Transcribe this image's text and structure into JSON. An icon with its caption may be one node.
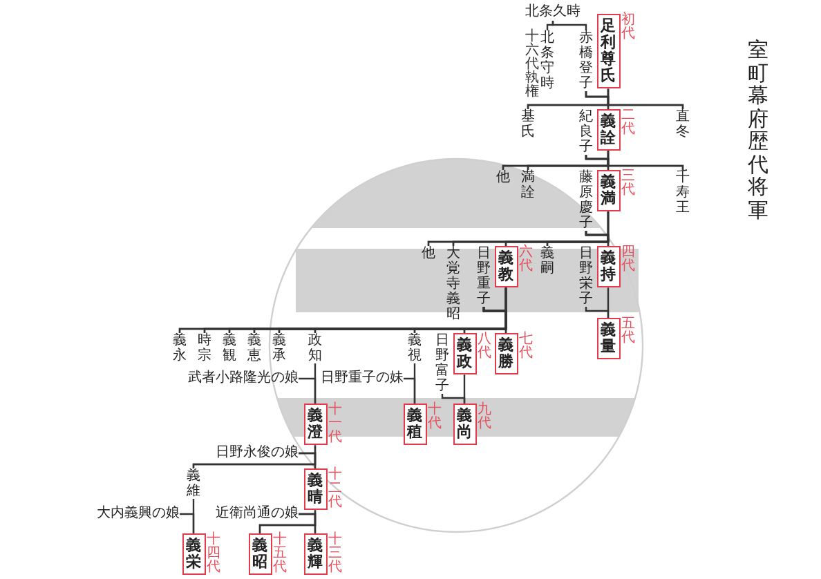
{
  "diagram": {
    "title": "室町幕府歴代将軍",
    "nodes": [
      {
        "text": [
          "北条久時"
        ]
      },
      {
        "text": [
          "北条守時"
        ],
        "beside": [
          "十六代執権"
        ]
      },
      {
        "text": [
          "赤橋登子"
        ]
      },
      {
        "text": [
          "足利尊氏"
        ],
        "beside": [
          "初代"
        ]
      },
      {
        "text": [
          "基氏"
        ]
      },
      {
        "text": [
          "紀良子"
        ]
      },
      {
        "text": [
          "義詮"
        ],
        "beside": [
          "二代"
        ]
      },
      {
        "text": [
          "直冬"
        ]
      },
      {
        "text": [
          "他"
        ]
      },
      {
        "text": [
          "満詮"
        ]
      },
      {
        "text": [
          "藤原慶子"
        ]
      },
      {
        "text": [
          "義満"
        ],
        "beside": [
          "三代"
        ]
      },
      {
        "text": [
          "千寿王"
        ]
      },
      {
        "text": [
          "他"
        ]
      },
      {
        "text": [
          "大覚寺義昭"
        ]
      },
      {
        "text": [
          "日野重子"
        ]
      },
      {
        "text": [
          "義教"
        ],
        "beside": [
          "六代"
        ]
      },
      {
        "text": [
          "義嗣"
        ]
      },
      {
        "text": [
          "日野栄子"
        ]
      },
      {
        "text": [
          "義持"
        ],
        "beside": [
          "四代"
        ]
      },
      {
        "text": [
          "義永"
        ]
      },
      {
        "text": [
          "時宗"
        ]
      },
      {
        "text": [
          "義観"
        ]
      },
      {
        "text": [
          "義恵"
        ]
      },
      {
        "text": [
          "義承"
        ]
      },
      {
        "text": [
          "武者小路隆光の娘"
        ]
      },
      {
        "text": [
          "政知"
        ]
      },
      {
        "text": [
          "日野重子の妹"
        ]
      },
      {
        "text": [
          "義視"
        ]
      },
      {
        "text": [
          "日野富子"
        ]
      },
      {
        "text": [
          "義政"
        ],
        "beside": [
          "八代"
        ]
      },
      {
        "text": [
          "義勝"
        ],
        "beside": [
          "七代"
        ]
      },
      {
        "text": [
          "義量"
        ],
        "beside": [
          "五代"
        ]
      },
      {
        "text": [
          "日野永俊の娘"
        ]
      },
      {
        "text": [
          "義澄"
        ],
        "beside": [
          "十一代"
        ]
      },
      {
        "text": [
          "義稙"
        ],
        "beside": [
          "十代"
        ]
      },
      {
        "text": [
          "義尚"
        ],
        "beside": [
          "九代"
        ]
      },
      {
        "text": [
          "大内義興の娘"
        ]
      },
      {
        "text": [
          "義維"
        ]
      },
      {
        "text": [
          "近衛尚通の娘"
        ]
      },
      {
        "text": [
          "義晴"
        ],
        "beside": [
          "十二代"
        ]
      },
      {
        "text": [
          "義栄"
        ],
        "beside": [
          "十四代"
        ]
      },
      {
        "text": [
          "義昭"
        ],
        "beside": [
          "十五代"
        ]
      },
      {
        "text": [
          "義輝"
        ],
        "beside": [
          "十三代"
        ]
      }
    ],
    "edges": [
      {
        "from": 0,
        "to": 1,
        "arrow": "none"
      },
      {
        "from": 0,
        "to": 2,
        "arrow": "none"
      },
      {
        "from": 2,
        "to": 4,
        "arrow": "none"
      },
      {
        "from": 2,
        "to": 6,
        "arrow": "none"
      },
      {
        "from": 2,
        "to": 7,
        "arrow": "none"
      },
      {
        "from": 3,
        "to": 4,
        "arrow": "none"
      },
      {
        "from": 3,
        "to": 6,
        "arrow": "none"
      },
      {
        "from": 3,
        "to": 7,
        "arrow": "none"
      },
      {
        "from": 5,
        "to": 8,
        "arrow": "none"
      },
      {
        "from": 5,
        "to": 9,
        "arrow": "none"
      },
      {
        "from": 5,
        "to": 11,
        "arrow": "none"
      },
      {
        "from": 5,
        "to": 12,
        "arrow": "none"
      },
      {
        "from": 6,
        "to": 8,
        "arrow": "none"
      },
      {
        "from": 6,
        "to": 9,
        "arrow": "none"
      },
      {
        "from": 6,
        "to": 11,
        "arrow": "none"
      },
      {
        "from": 6,
        "to": 12,
        "arrow": "none"
      },
      {
        "from": 10,
        "to": 13,
        "arrow": "none"
      },
      {
        "from": 10,
        "to": 14,
        "arrow": "none"
      },
      {
        "from": 10,
        "to": 16,
        "arrow": "none"
      },
      {
        "from": 10,
        "to": 17,
        "arrow": "none"
      },
      {
        "from": 10,
        "to": 19,
        "arrow": "none"
      },
      {
        "from": 11,
        "to": 13,
        "arrow": "none"
      },
      {
        "from": 11,
        "to": 14,
        "arrow": "none"
      },
      {
        "from": 11,
        "to": 16,
        "arrow": "none"
      },
      {
        "from": 11,
        "to": 17,
        "arrow": "none"
      },
      {
        "from": 11,
        "to": 19,
        "arrow": "none"
      },
      {
        "from": 15,
        "to": 20,
        "arrow": "none"
      },
      {
        "from": 15,
        "to": 21,
        "arrow": "none"
      },
      {
        "from": 15,
        "to": 22,
        "arrow": "none"
      },
      {
        "from": 15,
        "to": 23,
        "arrow": "none"
      },
      {
        "from": 15,
        "to": 24,
        "arrow": "none"
      },
      {
        "from": 15,
        "to": 26,
        "arrow": "none"
      },
      {
        "from": 15,
        "to": 28,
        "arrow": "none"
      },
      {
        "from": 15,
        "to": 30,
        "arrow": "none"
      },
      {
        "from": 15,
        "to": 31,
        "arrow": "none"
      },
      {
        "from": 16,
        "to": 20,
        "arrow": "none"
      },
      {
        "from": 16,
        "to": 21,
        "arrow": "none"
      },
      {
        "from": 16,
        "to": 22,
        "arrow": "none"
      },
      {
        "from": 16,
        "to": 23,
        "arrow": "none"
      },
      {
        "from": 16,
        "to": 24,
        "arrow": "none"
      },
      {
        "from": 16,
        "to": 26,
        "arrow": "none"
      },
      {
        "from": 16,
        "to": 28,
        "arrow": "none"
      },
      {
        "from": 16,
        "to": 30,
        "arrow": "none"
      },
      {
        "from": 16,
        "to": 31,
        "arrow": "none"
      },
      {
        "from": 18,
        "to": 32,
        "arrow": "none"
      },
      {
        "from": 19,
        "to": 32,
        "arrow": "none"
      },
      {
        "from": 25,
        "to": 34,
        "arrow": "none"
      },
      {
        "from": 26,
        "to": 34,
        "arrow": "none"
      },
      {
        "from": 27,
        "to": 35,
        "arrow": "none"
      },
      {
        "from": 28,
        "to": 35,
        "arrow": "none"
      },
      {
        "from": 29,
        "to": 36,
        "arrow": "none"
      },
      {
        "from": 30,
        "to": 36,
        "arrow": "none"
      },
      {
        "from": 33,
        "to": 38,
        "arrow": "none"
      },
      {
        "from": 33,
        "to": 40,
        "arrow": "none"
      },
      {
        "from": 34,
        "to": 38,
        "arrow": "none"
      },
      {
        "from": 34,
        "to": 40,
        "arrow": "none"
      },
      {
        "from": 37,
        "to": 41,
        "arrow": "none"
      },
      {
        "from": 38,
        "to": 41,
        "arrow": "none"
      },
      {
        "from": 39,
        "to": 42,
        "arrow": "none"
      },
      {
        "from": 39,
        "to": 43,
        "arrow": "none"
      },
      {
        "from": 40,
        "to": 42,
        "arrow": "none"
      },
      {
        "from": 40,
        "to": 43,
        "arrow": "none"
      }
    ]
  }
}
